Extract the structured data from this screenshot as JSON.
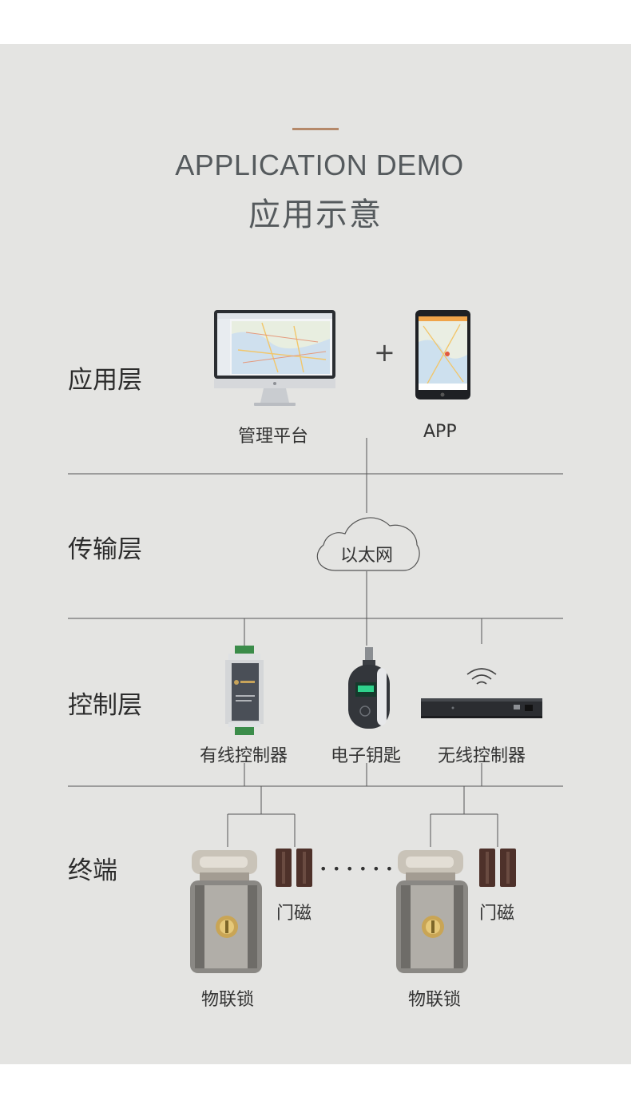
{
  "header": {
    "title_en": "APPLICATION DEMO",
    "title_cn": "应用示意"
  },
  "layers": {
    "application": "应用层",
    "transport": "传输层",
    "control": "控制层",
    "terminal": "终端"
  },
  "nodes": {
    "platform": "管理平台",
    "plus": "+",
    "app": "APP",
    "network": "以太网",
    "wired_controller": "有线控制器",
    "electronic_key": "电子钥匙",
    "wireless_controller": "无线控制器",
    "lock_left": "物联锁",
    "lock_right": "物联锁",
    "sensor_left": "门磁",
    "sensor_right": "门磁",
    "ellipsis": "• • • • • •"
  },
  "colors": {
    "panel_bg": "#e4e4e2",
    "accent": "#b5896a",
    "line": "#555555",
    "text": "#333333"
  }
}
